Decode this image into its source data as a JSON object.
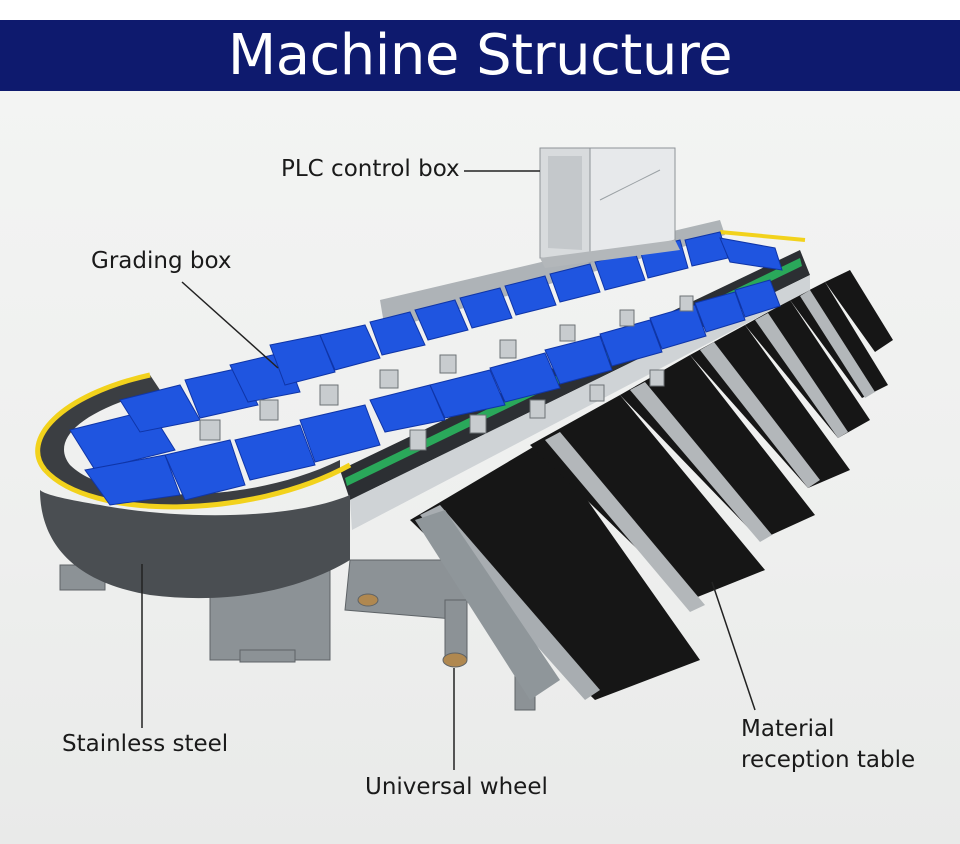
{
  "title": "Machine Structure",
  "labels": {
    "plc_control_box": "PLC control box",
    "grading_box": "Grading box",
    "stainless_steel": "Stainless steel",
    "universal_wheel": "Universal wheel",
    "material_reception_table_line1": "Material",
    "material_reception_table_line2": "reception table"
  },
  "colors": {
    "banner": "#0e1a6e",
    "grading_box_blue": "#1f55e0",
    "rim_yellow": "#f2d21c",
    "belt_black": "#161616",
    "steel_gray": "#9aa0a4"
  }
}
